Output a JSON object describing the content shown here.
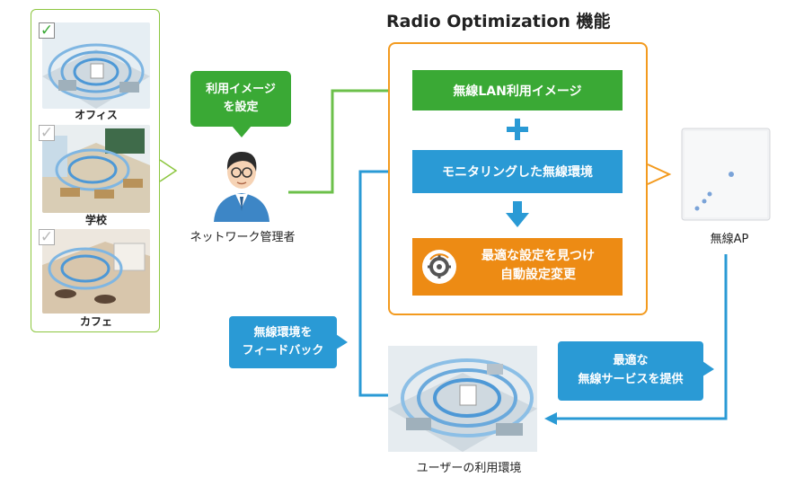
{
  "title": "Radio Optimization 機能",
  "scenarios": [
    {
      "label": "オフィス",
      "checked": true
    },
    {
      "label": "学校",
      "checked": false
    },
    {
      "label": "カフェ",
      "checked": false
    }
  ],
  "admin": {
    "bubble_line1": "利用イメージ",
    "bubble_line2": "を設定",
    "label": "ネットワーク管理者"
  },
  "process": {
    "step1": "無線LAN利用イメージ",
    "step2": "モニタリングした無線環境",
    "result_line1": "最適な設定を見つけ",
    "result_line2": "自動設定変更"
  },
  "ap": {
    "label": "無線AP"
  },
  "feedback": {
    "line1": "無線環境を",
    "line2": "フィードバック"
  },
  "service": {
    "line1": "最適な",
    "line2": "無線サービスを提供"
  },
  "user_env": {
    "label": "ユーザーの利用環境"
  },
  "colors": {
    "green": "#3aa935",
    "blue": "#2a9ad5",
    "orange": "#ed8b14",
    "frame": "#f39a1e"
  },
  "icons": [
    "check-icon",
    "person-icon",
    "plus-icon",
    "down-arrow-icon",
    "gear-sync-icon",
    "wireless-ap-icon"
  ]
}
